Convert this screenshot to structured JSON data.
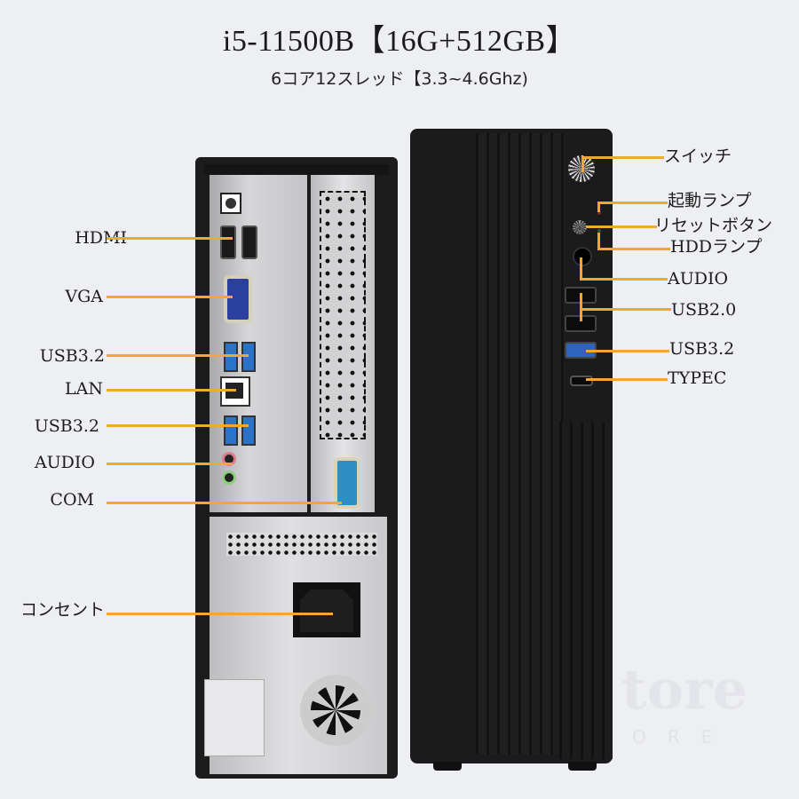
{
  "header": {
    "title": "i5-11500B【16G+512GB】",
    "subtitle": "6コア12スレッド【3.3~4.6Ghz)"
  },
  "rear_labels": [
    {
      "id": "hdmi",
      "label": "HDMI"
    },
    {
      "id": "vga",
      "label": "VGA"
    },
    {
      "id": "usb32_top",
      "label": "USB3.2"
    },
    {
      "id": "lan",
      "label": "LAN"
    },
    {
      "id": "usb32_bottom",
      "label": "USB3.2"
    },
    {
      "id": "audio",
      "label": "AUDIO"
    },
    {
      "id": "com",
      "label": "COM"
    },
    {
      "id": "power_outlet",
      "label": "コンセント"
    }
  ],
  "front_labels": [
    {
      "id": "power_switch",
      "label": "スイッチ"
    },
    {
      "id": "power_led",
      "label": "起動ランプ"
    },
    {
      "id": "reset_button",
      "label": "リセットボタン"
    },
    {
      "id": "hdd_led",
      "label": "HDDランプ"
    },
    {
      "id": "audio",
      "label": "AUDIO"
    },
    {
      "id": "usb20",
      "label": "USB2.0"
    },
    {
      "id": "usb32",
      "label": "USB3.2"
    },
    {
      "id": "typec",
      "label": "TYPEC"
    }
  ],
  "watermark": {
    "main": "tore",
    "sub": "ORE"
  },
  "colors": {
    "leader_line": "#f0a830",
    "background": "#eeeff3",
    "case": "#1b1b1b"
  }
}
